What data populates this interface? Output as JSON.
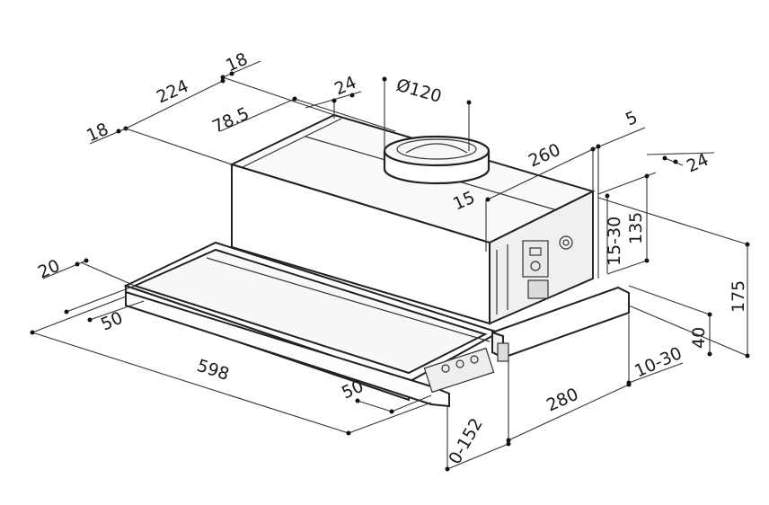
{
  "dimensions": {
    "d18_top": "18",
    "d224": "224",
    "d18_left": "18",
    "d24_top": "24",
    "d78_5": "78.5",
    "d120": "Ø120",
    "d5": "5",
    "d260": "260",
    "d24_right": "24",
    "d15": "15",
    "d15_30": "15-30",
    "d135": "135",
    "d175": "175",
    "d40": "40",
    "d10_30": "10-30",
    "d20": "20",
    "d50_left": "50",
    "d598": "598",
    "d50_front": "50",
    "d280": "280",
    "d0_152": "0-152"
  }
}
